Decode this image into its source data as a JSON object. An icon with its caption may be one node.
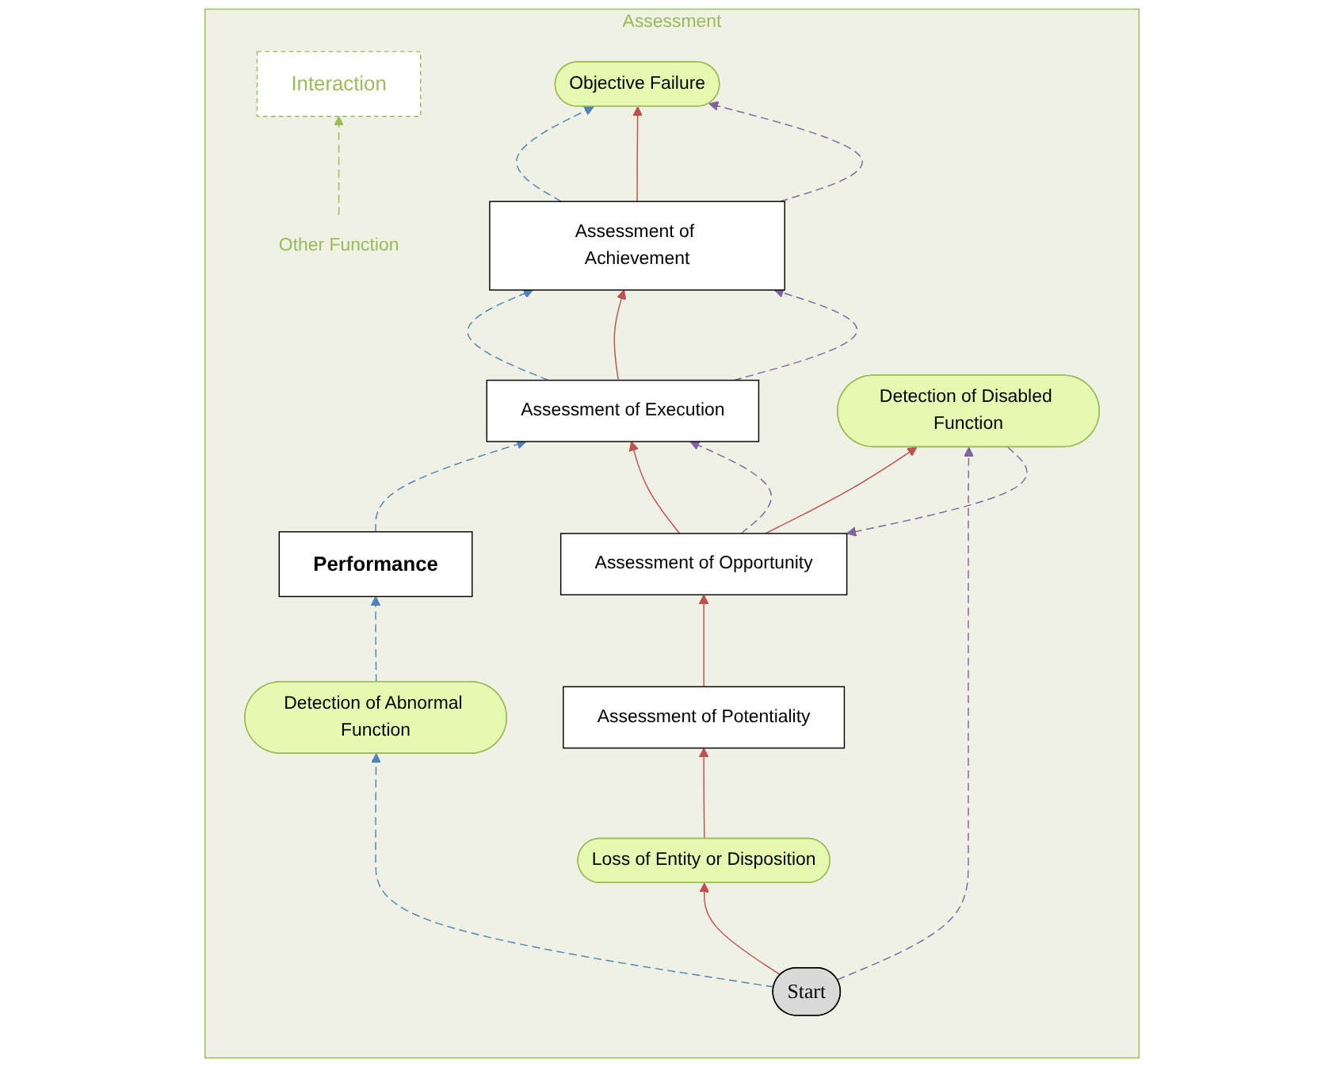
{
  "diagram": {
    "nodes": [
      {
        "text": [
          "Assessment"
        ]
      },
      {
        "text": [
          "Interaction"
        ],
        "in": 0
      },
      {
        "text": [
          "Other Function"
        ],
        "in": 0
      },
      {
        "text": [
          "Assessment of Achievement"
        ],
        "in": 0
      },
      {
        "text": [
          "Objective Failure"
        ],
        "in": 0
      },
      {
        "text": [
          "Assessment of Execution"
        ],
        "in": 0
      },
      {
        "text": [
          "Performance"
        ],
        "in": 0
      },
      {
        "text": [
          "Assessment of Opportunity"
        ],
        "in": 0
      },
      {
        "text": [
          "Detection of Disabled Function"
        ],
        "in": 0
      },
      {
        "text": [
          "Assessment of Potentiality"
        ],
        "in": 0
      },
      {
        "text": [
          "Loss of Entity or Disposition"
        ],
        "in": 0
      },
      {
        "text": [
          "Start"
        ],
        "in": 0
      },
      {
        "text": [
          "Detection of Abnormal Function"
        ],
        "in": 0
      }
    ],
    "edges": [
      {
        "from": 2,
        "to": 1,
        "arrow": "to",
        "style": "dashed",
        "color": "#9bbb59"
      },
      {
        "from": 3,
        "to": 4,
        "arrow": "to",
        "style": "dashed",
        "color": "#4f81bd"
      },
      {
        "from": 3,
        "to": 4,
        "arrow": "to"
      },
      {
        "from": 3,
        "to": 4,
        "arrow": "to",
        "style": "dashed",
        "color": "#8064a2"
      },
      {
        "from": 5,
        "to": 3,
        "arrow": "to",
        "style": "dashed",
        "color": "#4f81bd"
      },
      {
        "from": 5,
        "to": 3,
        "arrow": "to"
      },
      {
        "from": 5,
        "to": 3,
        "arrow": "to",
        "style": "dashed",
        "color": "#8064a2"
      },
      {
        "from": 6,
        "to": 5,
        "arrow": "to",
        "style": "dashed",
        "color": "#4f81bd"
      },
      {
        "from": 7,
        "to": 5,
        "arrow": "to"
      },
      {
        "from": 7,
        "to": 5,
        "arrow": "to",
        "style": "dashed",
        "color": "#8064a2"
      },
      {
        "from": 8,
        "to": 7,
        "arrow": "to",
        "style": "dashed",
        "color": "#8064a2"
      },
      {
        "from": 7,
        "to": 8,
        "arrow": "to"
      },
      {
        "from": 9,
        "to": 7,
        "arrow": "to"
      },
      {
        "from": 10,
        "to": 9,
        "arrow": "to"
      },
      {
        "from": 11,
        "to": 10,
        "arrow": "to"
      },
      {
        "from": 11,
        "to": 8,
        "arrow": "to",
        "style": "dashed",
        "color": "#8064a2"
      },
      {
        "from": 11,
        "to": 12,
        "arrow": "to",
        "style": "dashed",
        "color": "#4f81bd"
      },
      {
        "from": 12,
        "to": 6,
        "arrow": "to",
        "style": "dashed",
        "color": "#4f81bd"
      }
    ]
  }
}
